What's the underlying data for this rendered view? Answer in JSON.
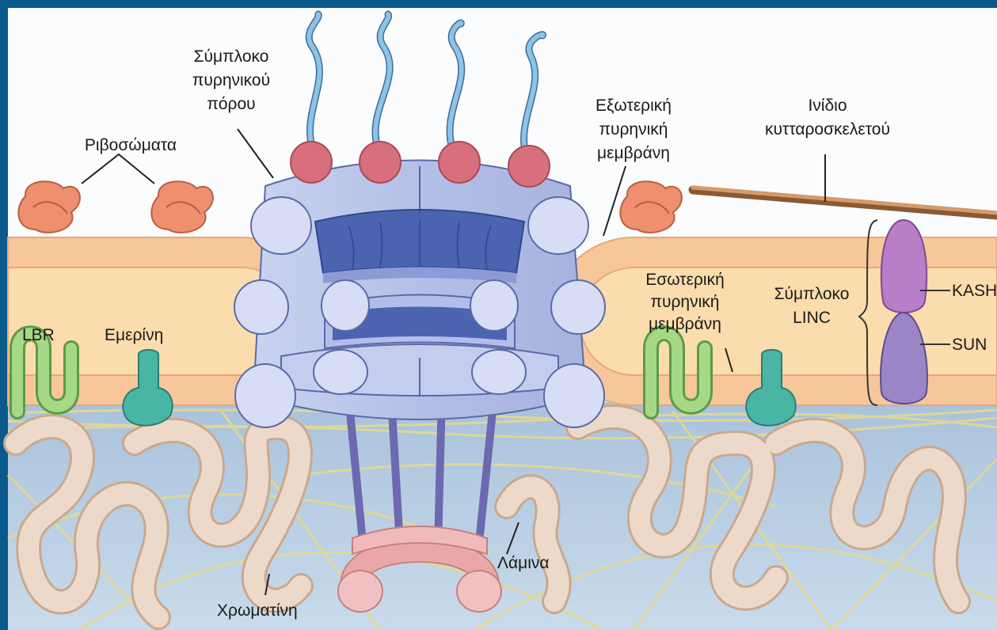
{
  "labels": {
    "npc": [
      "Σύμπλοκο",
      "πυρηνικού",
      "πόρου"
    ],
    "ribosomes": "Ριβοσώματα",
    "outer_membrane": [
      "Εξωτερική",
      "πυρηνική",
      "μεμβράνη"
    ],
    "cytoskeleton_fiber": [
      "Ινίδιο",
      "κυτταροσκελετού"
    ],
    "inner_membrane": [
      "Εσωτερική",
      "πυρηνική",
      "μεμβράνη"
    ],
    "linc_complex": [
      "Σύμπλοκο",
      "LINC"
    ],
    "kash": "KASH",
    "sun": "SUN",
    "lbr": "LBR",
    "emerin": "Εμερίνη",
    "lamina": "Λάμινα",
    "chromatin": "Χρωματίνη"
  },
  "colors": {
    "frame": "#0a5a8c",
    "cytoplasm": "#fbfcfe",
    "nucleoplasm": "#bcd0e3",
    "membrane": "#f7c79a",
    "lumen": "#fbd9a8",
    "pore": "#b8c3e8",
    "ribosome": "#ec8f6f",
    "kash": "#b07ac0",
    "sun": "#9a86c6",
    "lbr": "#9fd07f",
    "emerin": "#49b5a5",
    "chromatin": "#ead6c5",
    "lamina": "#ede5a3"
  }
}
